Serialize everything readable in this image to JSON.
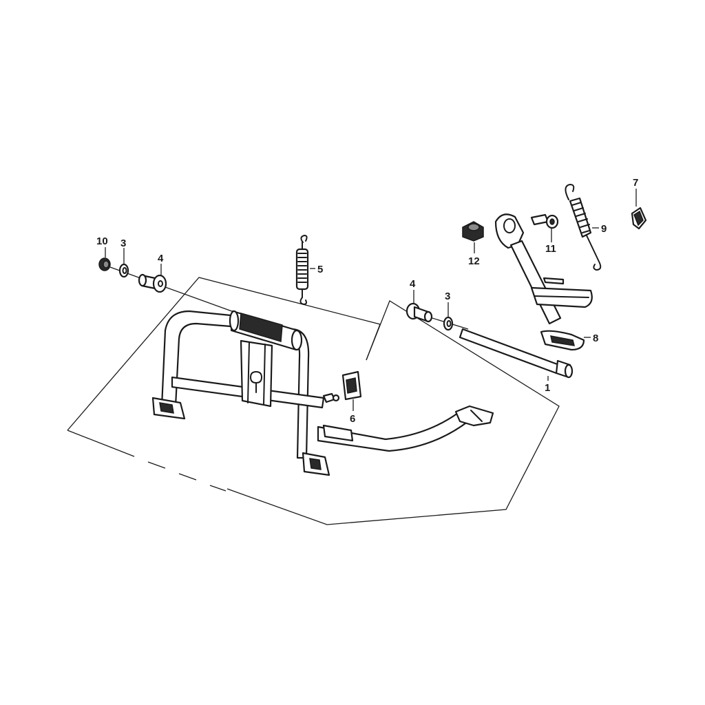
{
  "callouts": {
    "c1": "1",
    "c3a": "3",
    "c3b": "3",
    "c4a": "4",
    "c4b": "4",
    "c5": "5",
    "c6": "6",
    "c7": "7",
    "c8": "8",
    "c9": "9",
    "c10": "10",
    "c11": "11",
    "c12": "12"
  },
  "colors": {
    "line": "#1a1a1a",
    "background": "#ffffff"
  }
}
